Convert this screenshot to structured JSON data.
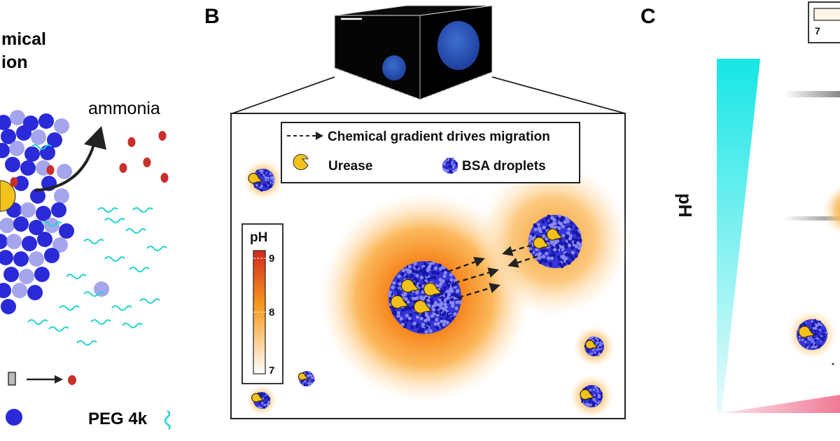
{
  "panel_a": {
    "title_line1": "mical",
    "title_line2": "ion",
    "product_label": "ammonia",
    "legend_peg": "PEG 4k"
  },
  "panel_b": {
    "label": "B",
    "legend": {
      "arrow_text": "Chemical gradient drives migration",
      "urease_text": "Urease",
      "bsa_text": "BSA droplets"
    },
    "ph_scale": {
      "title": "pH",
      "ticks": [
        "9",
        "8",
        "7"
      ]
    }
  },
  "panel_c": {
    "label": "C",
    "axis_label": "pH",
    "inset_value": "7"
  },
  "colors": {
    "droplet_blue": "#2a2ad8",
    "droplet_light": "#8f8fe8",
    "urease_yellow": "#f2c21b",
    "ammonia_red": "#c8312b",
    "peg_cyan": "#21d3cf",
    "ph_high": "#d42a1f",
    "ph_mid": "#f79a1e",
    "ph_low": "#ffffff",
    "cyan_gradient": "#17e6e6",
    "pink_gradient": "#f07a96"
  }
}
